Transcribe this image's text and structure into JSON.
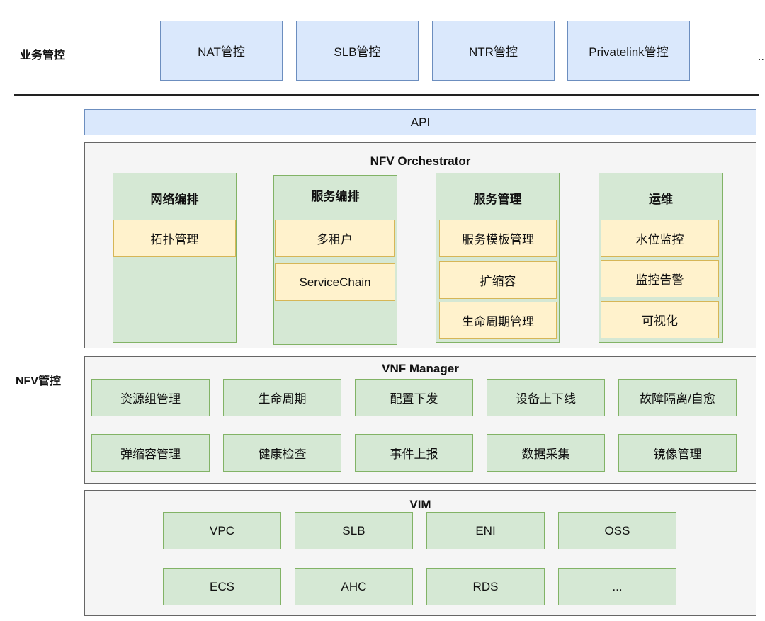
{
  "labels": {
    "business": "业务管控",
    "nfv": "NFV管控",
    "ellipsis": "..."
  },
  "business_boxes": [
    "NAT管控",
    "SLB管控",
    "NTR管控",
    "Privatelink管控"
  ],
  "api": "API",
  "orchestrator": {
    "title": "NFV Orchestrator",
    "columns": [
      {
        "title": "网络编排",
        "items": [
          "拓扑管理"
        ]
      },
      {
        "title": "服务编排",
        "items": [
          "多租户",
          "ServiceChain"
        ]
      },
      {
        "title": "服务管理",
        "items": [
          "服务模板管理",
          "扩缩容",
          "生命周期管理"
        ]
      },
      {
        "title": "运维",
        "items": [
          "水位监控",
          "监控告警",
          "可视化"
        ]
      }
    ]
  },
  "vnf_manager": {
    "title": "VNF Manager",
    "row1": [
      "资源组管理",
      "生命周期",
      "配置下发",
      "设备上下线",
      "故障隔离/自愈"
    ],
    "row2": [
      "弹缩容管理",
      "健康检查",
      "事件上报",
      "数据采集",
      "镜像管理"
    ]
  },
  "vim": {
    "title": "VIM",
    "row1": [
      "VPC",
      "SLB",
      "ENI",
      "OSS"
    ],
    "row2": [
      "ECS",
      "AHC",
      "RDS",
      "..."
    ]
  },
  "colors": {
    "blue_fill": "#dae8fc",
    "blue_stroke": "#6c8ebf",
    "green_fill": "#d5e8d4",
    "green_stroke": "#82b366",
    "yellow_fill": "#fff2cc",
    "yellow_stroke": "#d6b656",
    "panel_fill": "#f5f5f5",
    "panel_stroke": "#666666"
  }
}
